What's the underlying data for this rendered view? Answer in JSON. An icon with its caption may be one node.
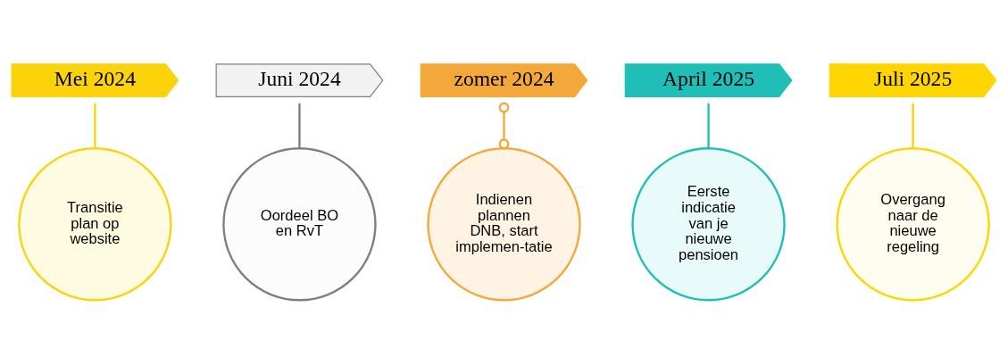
{
  "diagram": {
    "nodes": [
      {
        "text": [
          "Mei 2024"
        ]
      },
      {
        "text": [
          "Juni 2024"
        ]
      },
      {
        "text": [
          "zomer 2024"
        ]
      },
      {
        "text": [
          "April 2025"
        ]
      },
      {
        "text": [
          "Juli 2025"
        ]
      },
      {
        "text": [
          "Transitie plan op website"
        ]
      },
      {
        "text": [
          "Oordeel BO en RvT"
        ]
      },
      {
        "text": [
          "Indienen plannen DNB, start implemen-tatie"
        ]
      },
      {
        "text": [
          "Eerste indicatie van je nieuwe pensioen"
        ]
      },
      {
        "text": [
          "Overgang naar de nieuwe regeling"
        ]
      }
    ],
    "edges": [
      {
        "from": 0,
        "to": 5,
        "arrow": "none"
      },
      {
        "from": 1,
        "to": 6,
        "arrow": "none",
        "color": "#7f7f7f"
      },
      {
        "from": 2,
        "to": 7,
        "arrow": "other",
        "color": "#f4a83a"
      },
      {
        "from": 3,
        "to": 8,
        "arrow": "none",
        "color": "#1fbfb8"
      },
      {
        "from": 4,
        "to": 9,
        "arrow": "none"
      }
    ]
  }
}
